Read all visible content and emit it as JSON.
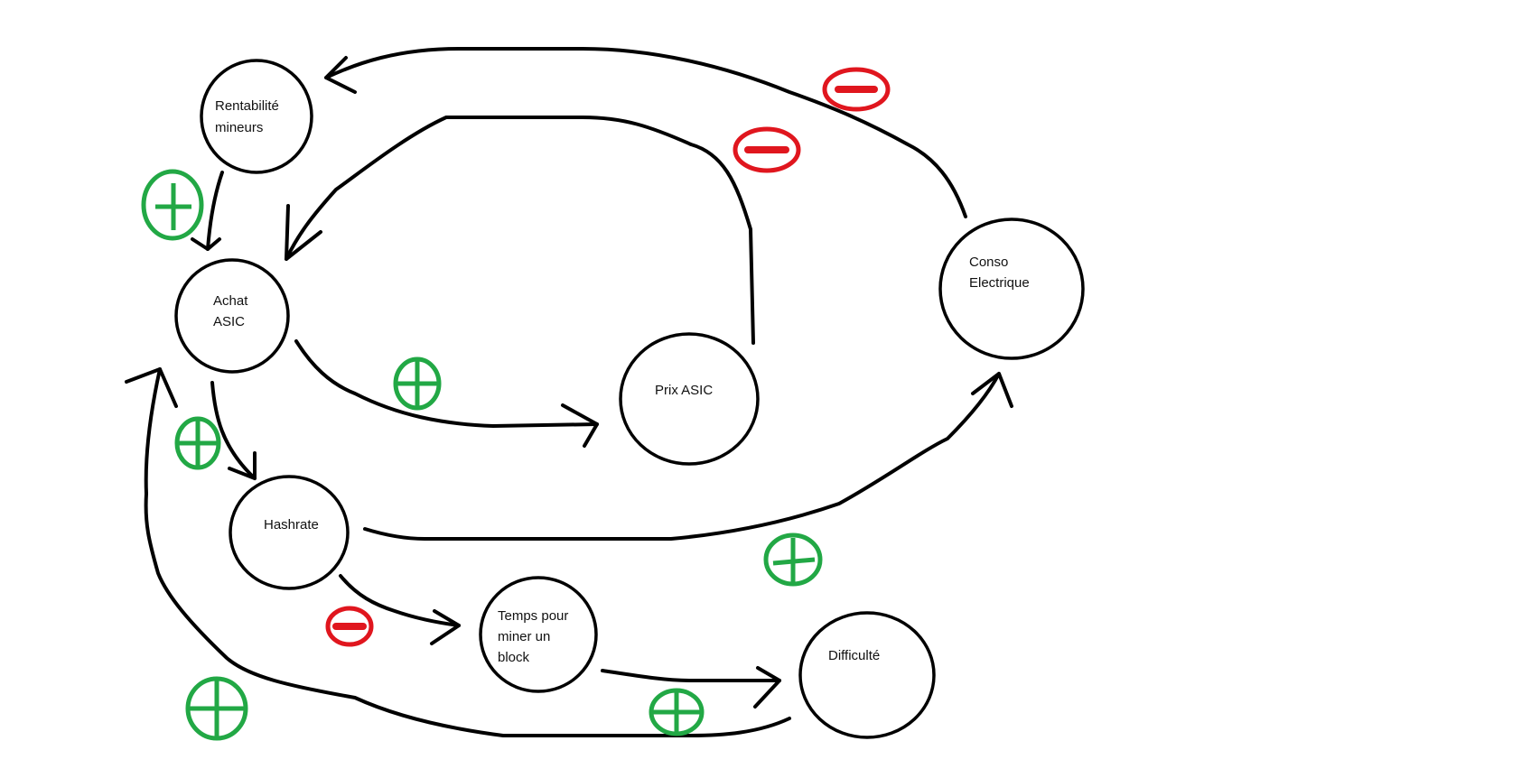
{
  "diagram": {
    "type": "causal-loop",
    "nodes": {
      "rentabilite": {
        "lines": [
          "Rentabilité",
          "mineurs"
        ]
      },
      "achat": {
        "lines": [
          "Achat",
          "ASIC"
        ]
      },
      "prix": {
        "lines": [
          "Prix ASIC"
        ]
      },
      "conso": {
        "lines": [
          "Conso",
          "Electrique"
        ]
      },
      "hashrate": {
        "lines": [
          "Hashrate"
        ]
      },
      "temps": {
        "lines": [
          "Temps pour",
          "miner un",
          "block"
        ]
      },
      "difficulte": {
        "lines": [
          "Difficulté"
        ]
      }
    },
    "edges": [
      {
        "from": "Conso Electrique",
        "to": "Rentabilité mineurs",
        "sign": "-"
      },
      {
        "from": "Prix ASIC",
        "to": "Achat ASIC",
        "sign": "-"
      },
      {
        "from": "Rentabilité mineurs",
        "to": "Achat ASIC",
        "sign": "+"
      },
      {
        "from": "Achat ASIC",
        "to": "Prix ASIC",
        "sign": "+"
      },
      {
        "from": "Achat ASIC",
        "to": "Hashrate",
        "sign": "+"
      },
      {
        "from": "Hashrate",
        "to": "Conso Electrique",
        "sign": "+"
      },
      {
        "from": "Hashrate",
        "to": "Temps pour miner un block",
        "sign": "-"
      },
      {
        "from": "Temps pour miner un block",
        "to": "Difficulté",
        "sign": "+"
      },
      {
        "from": "Difficulté",
        "to": "Achat ASIC",
        "sign": "+"
      }
    ],
    "colors": {
      "positive": "#22a845",
      "negative": "#e0161e"
    }
  }
}
